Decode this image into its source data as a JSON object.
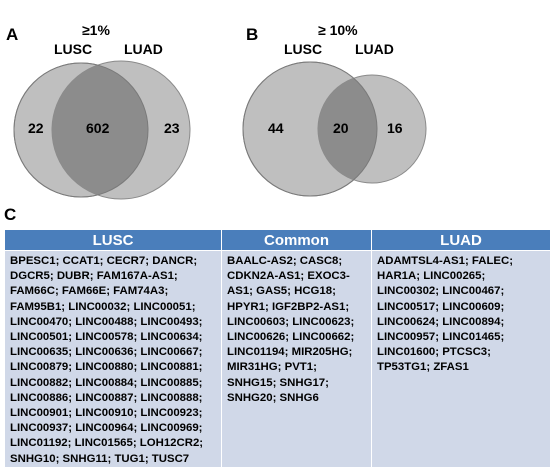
{
  "panels": {
    "A": {
      "letter": "A",
      "threshold": "≥1%",
      "left_label": "LUSC",
      "right_label": "LUAD",
      "left_only": "22",
      "common": "602",
      "right_only": "23"
    },
    "B": {
      "letter": "B",
      "threshold": "≥ 10%",
      "left_label": "LUSC",
      "right_label": "LUAD",
      "left_only": "44",
      "common": "20",
      "right_only": "16"
    },
    "C": {
      "letter": "C"
    }
  },
  "colors": {
    "circle_fill": "#bfbfbf",
    "overlap_fill": "#8c8c8c",
    "header_bg": "#4a7ebb",
    "cell_bg": "#d0d8e8"
  },
  "table": {
    "headers": [
      "LUSC",
      "Common",
      "LUAD"
    ],
    "lusc": "BPESC1; CCAT1; CECR7; DANCR; DGCR5; DUBR; FAM167A-AS1; FAM66C; FAM66E; FAM74A3; FAM95B1; LINC00032; LINC00051; LINC00470; LINC00488; LINC00493; LINC00501; LINC00578; LINC00634; LINC00635; LINC00636; LINC00667; LINC00879; LINC00880; LINC00881; LINC00882; LINC00884; LINC00885; LINC00886; LINC00887; LINC00888; LINC00901; LINC00910; LINC00923; LINC00937; LINC00964; LINC00969; LINC01192; LINC01565; LOH12CR2; SNHG10; SNHG11; TUG1; TUSC7",
    "common": "BAALC-AS2; CASC8; CDKN2A-AS1; EXOC3-AS1; GAS5; HCG18; HPYR1; IGF2BP2-AS1; LINC00603; LINC00623; LINC00626; LINC00662; LINC01194; MIR205HG; MIR31HG; PVT1; SNHG15; SNHG17; SNHG20; SNHG6",
    "luad": "ADAMTSL4-AS1; FALEC; HAR1A; LINC00265; LINC00302; LINC00467; LINC00517; LINC00609; LINC00624; LINC00894; LINC00957; LINC01465; LINC01600; PTCSC3; TP53TG1; ZFAS1"
  }
}
